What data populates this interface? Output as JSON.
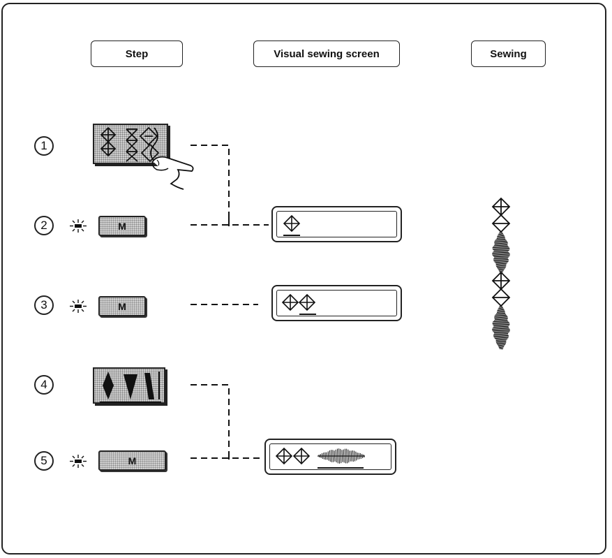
{
  "headers": {
    "step": "Step",
    "screen": "Visual sewing screen",
    "sewing": "Sewing"
  },
  "steps": [
    {
      "number": "1",
      "control": "pattern-selector-panel-cross-stitch"
    },
    {
      "number": "2",
      "key_label": "M",
      "indicator": "memory-led-blinking"
    },
    {
      "number": "3",
      "key_label": "M",
      "indicator": "memory-led-blinking"
    },
    {
      "number": "4",
      "control": "pattern-selector-panel-satin"
    },
    {
      "number": "5",
      "key_label": "M",
      "indicator": "memory-led-blinking"
    }
  ],
  "screens": [
    {
      "shows": [
        "diamond-cross"
      ]
    },
    {
      "shows": [
        "diamond-cross",
        "diamond-cross"
      ]
    },
    {
      "shows": [
        "diamond-cross",
        "diamond-cross",
        "satin-wave"
      ]
    }
  ],
  "colors": {
    "ink": "#222222",
    "panel": "#cfcfcf"
  }
}
